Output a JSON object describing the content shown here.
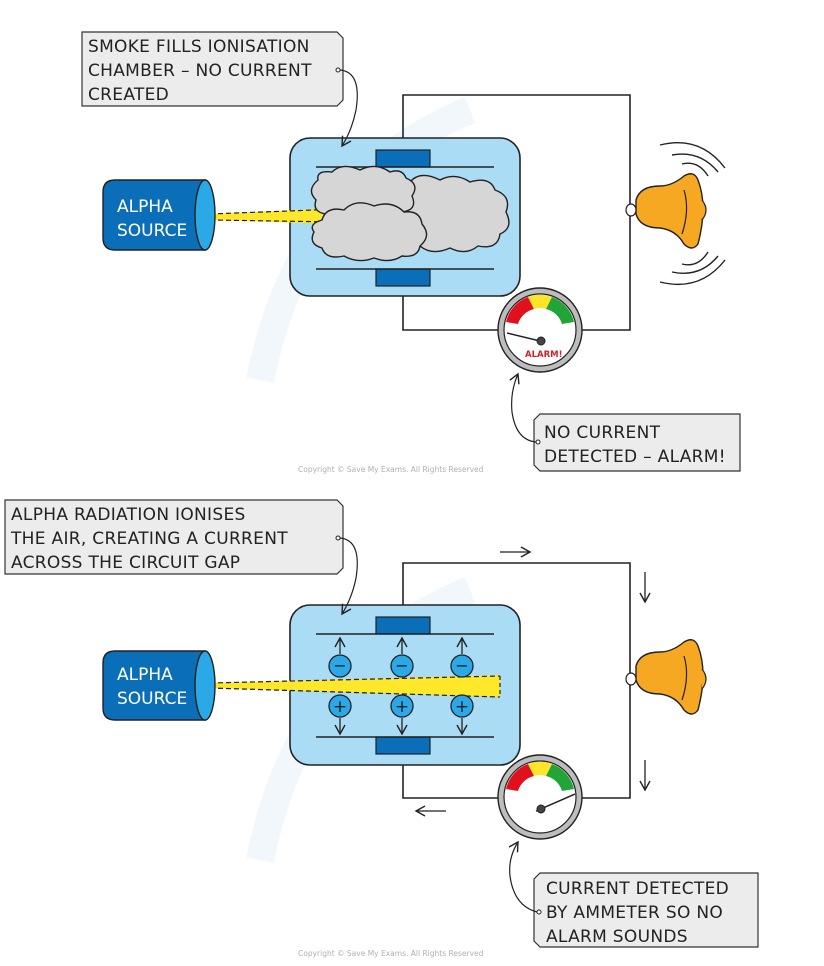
{
  "colors": {
    "chamber_fill": "#aadcf5",
    "plate_fill": "#0a6fb8",
    "source_fill": "#0a6fb8",
    "source_face": "#2aa8e8",
    "beam": "#ffe82a",
    "smoke": "#d6d6d6",
    "bell": "#f7a823",
    "ion": "#2aa8e8",
    "label_bg": "#ececec",
    "meter_red": "#e0101c",
    "meter_yellow": "#ffe52a",
    "meter_green": "#22a536"
  },
  "panels": [
    {
      "name": "smoke-present",
      "callout_top": {
        "lines": [
          "SMOKE  FILLS  IONISATION",
          "CHAMBER – NO  CURRENT",
          "CREATED"
        ]
      },
      "source_label": [
        "ALPHA",
        "SOURCE"
      ],
      "meter_label": "ALARM!",
      "callout_bottom": {
        "lines": [
          "NO  CURRENT",
          "DETECTED – ALARM!"
        ]
      },
      "copyright": "Copyright © Save My Exams. All Rights Reserved",
      "bell_ringing": true,
      "current_flowing": false
    },
    {
      "name": "no-smoke",
      "callout_top": {
        "lines": [
          "ALPHA  RADIATION  IONISES",
          "THE  AIR,  CREATING  A  CURRENT",
          "ACROSS  THE  CIRCUIT  GAP"
        ]
      },
      "source_label": [
        "ALPHA",
        "SOURCE"
      ],
      "ion_negative": "−",
      "ion_positive": "+",
      "callout_bottom": {
        "lines": [
          "CURRENT  DETECTED",
          "BY  AMMETER  SO  NO",
          "ALARM  SOUNDS"
        ]
      },
      "copyright": "Copyright © Save My Exams. All Rights Reserved",
      "bell_ringing": false,
      "current_flowing": true
    }
  ]
}
